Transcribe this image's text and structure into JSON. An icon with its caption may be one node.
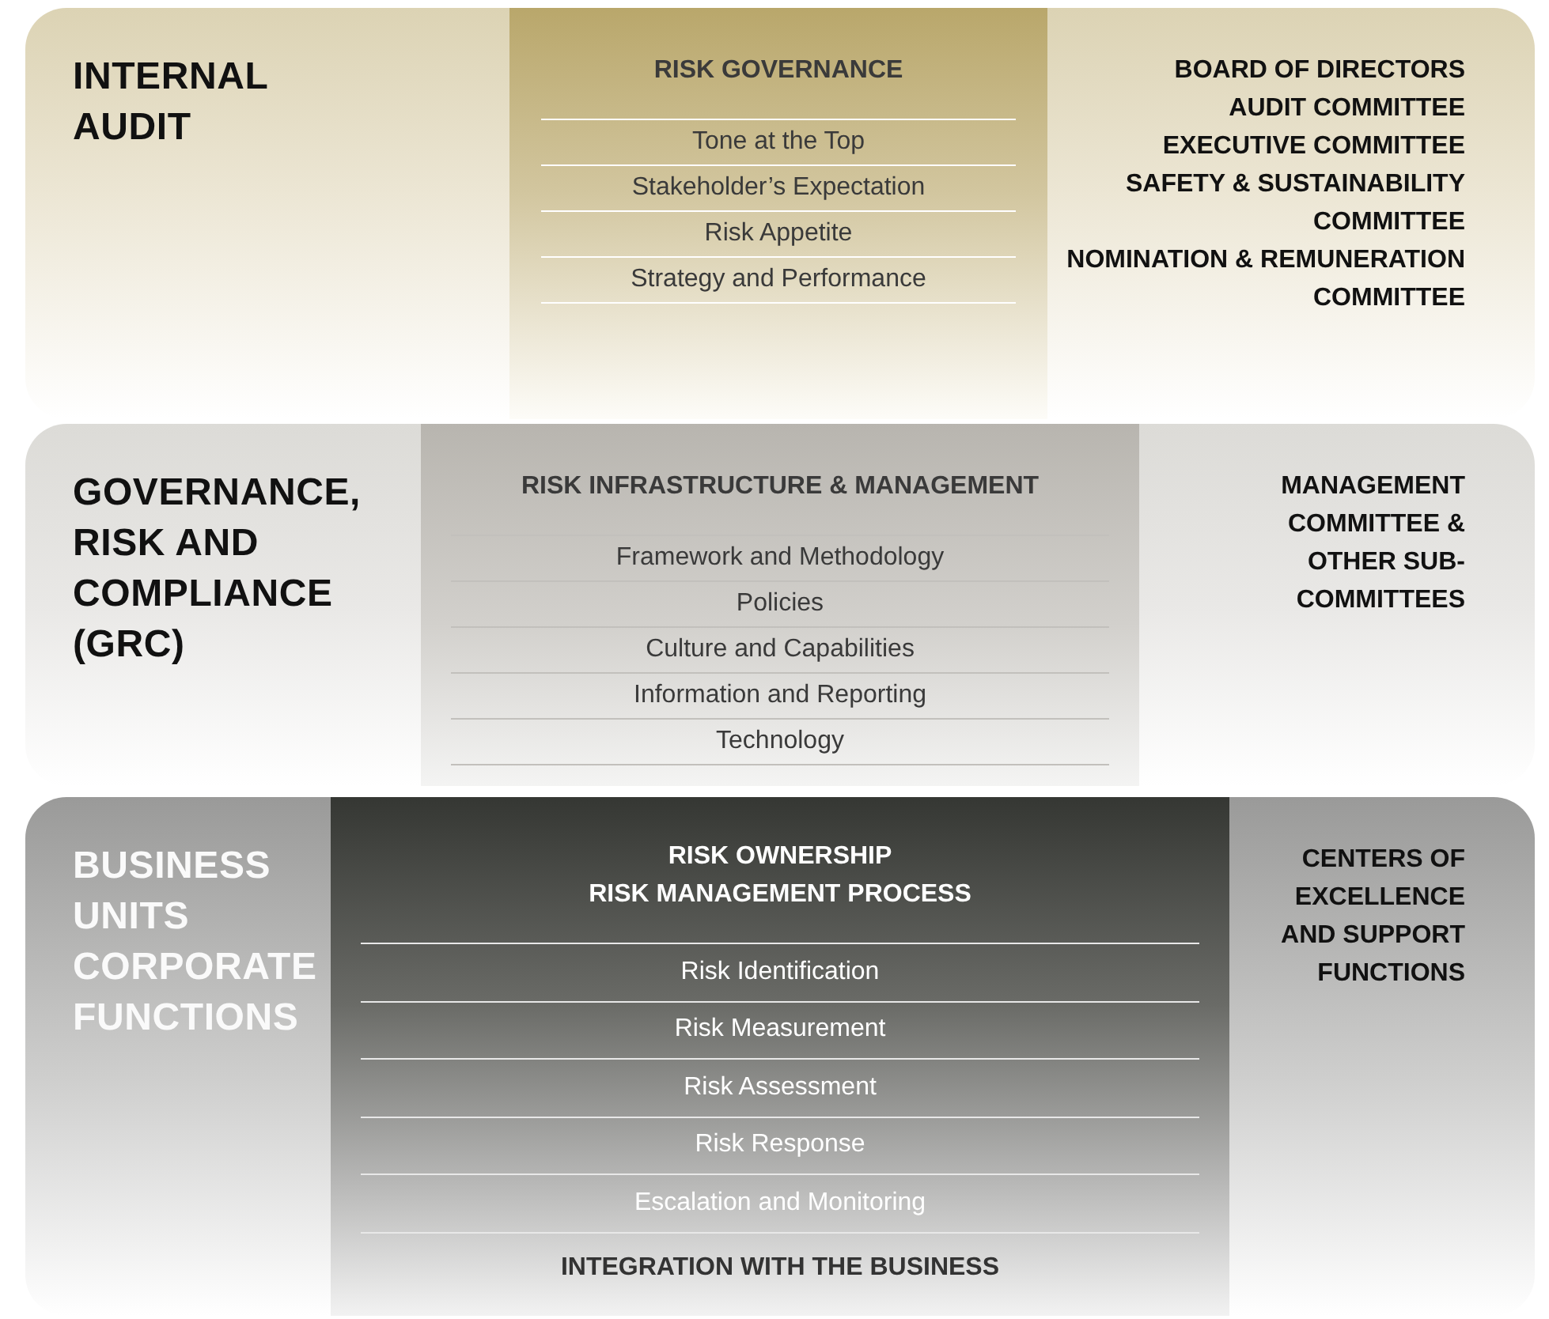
{
  "diagram": {
    "nodes": [
      {
        "text": [
          "INTERNAL AUDIT",
          "BOARD OF DIRECTORS",
          "AUDIT COMMITTEE",
          "EXECUTIVE COMMITTEE",
          "SAFETY & SUSTAINABILITY COMMITTEE",
          "NOMINATION & REMUNERATION COMMITTEE"
        ]
      },
      {
        "text": [
          "RISK GOVERNANCE",
          "Tone at the Top",
          "Stakeholder’s Expectation",
          "Risk Appetite",
          "Strategy and Performance"
        ],
        "in": 0
      },
      {
        "text": [
          "GOVERNANCE, RISK AND COMPLIANCE (GRC)",
          "MANAGEMENT COMMITTEE & OTHER SUB-COMMITTEES"
        ]
      },
      {
        "text": [
          "RISK INFRASTRUCTURE & MANAGEMENT",
          "Framework and Methodology",
          "Policies",
          "Culture and Capabilities",
          "Information and Reporting",
          "Technology"
        ],
        "in": 2
      },
      {
        "text": [
          "BUSINESS UNITS CORPORATE FUNCTIONS",
          "CENTERS OF EXCELLENCE AND SUPPORT FUNCTIONS"
        ]
      },
      {
        "text": [
          "RISK OWNERSHIP",
          "RISK MANAGEMENT PROCESS",
          "Risk Identification",
          "Risk Measurement",
          "Risk Assessment",
          "Risk Response",
          "Escalation and Monitoring",
          "INTEGRATION WITH THE BUSINESS"
        ],
        "in": 4
      }
    ]
  }
}
